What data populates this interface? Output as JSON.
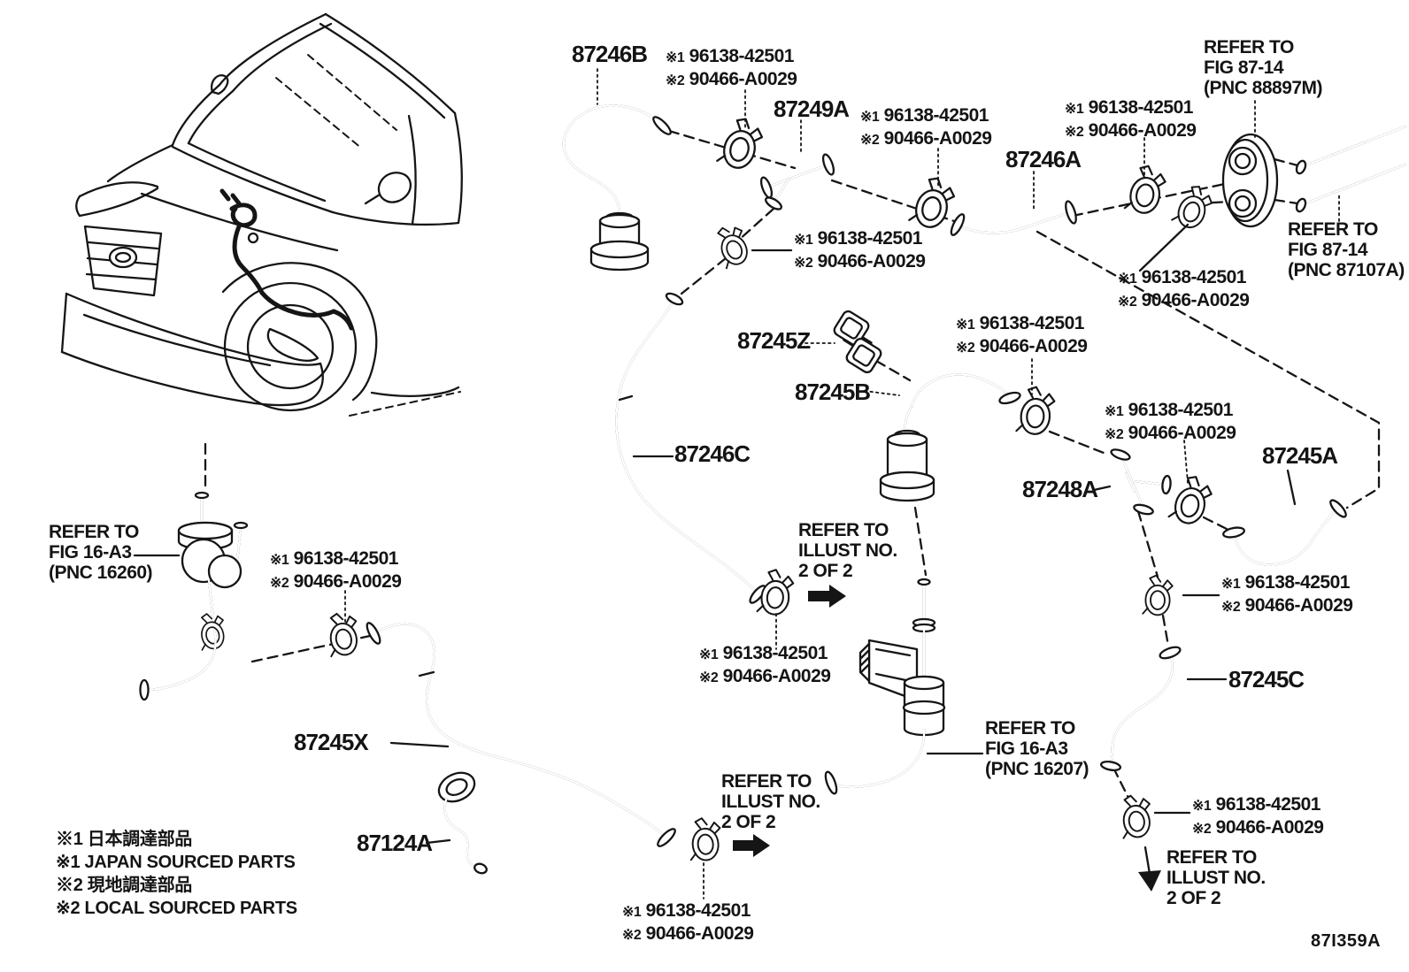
{
  "diagram": {
    "code": "87I359A"
  },
  "parts": {
    "p87246b": "87246B",
    "p87249a": "87249A",
    "p87246a": "87246A",
    "p87245z": "87245Z",
    "p87245b": "87245B",
    "p87246c": "87246C",
    "p87245a": "87245A",
    "p87248a": "87248A",
    "p87245c": "87245C",
    "p87245x": "87245X",
    "p87124a": "87124A"
  },
  "clamp_note": {
    "prefix1": "※1",
    "part1": "96138-42501",
    "prefix2": "※2",
    "part2": "90466-A0029",
    "occurrences": 12
  },
  "refs": {
    "fig8714_grommet": {
      "l1": "REFER TO",
      "l2": "FIG 87-14",
      "l3": "(PNC 88897M)"
    },
    "fig8714_pipes": {
      "l1": "REFER TO",
      "l2": "FIG 87-14",
      "l3": "(PNC 87107A)"
    },
    "fig16a3_valve": {
      "l1": "REFER TO",
      "l2": "FIG 16-A3",
      "l3": "(PNC 16260)"
    },
    "fig16a3_pipe": {
      "l1": "REFER TO",
      "l2": "FIG 16-A3",
      "l3": "(PNC 16207)"
    },
    "illust_next": {
      "l1": "REFER TO",
      "l2": "ILLUST NO.",
      "l3": "2 OF 2"
    }
  },
  "legend": {
    "l1": "※1 日本調達部品",
    "l2": "※1 JAPAN SOURCED PARTS",
    "l3": "※2 現地調達部品",
    "l4": "※2 LOCAL SOURCED PARTS"
  },
  "colors": {
    "line": "#151515",
    "background": "#ffffff"
  }
}
